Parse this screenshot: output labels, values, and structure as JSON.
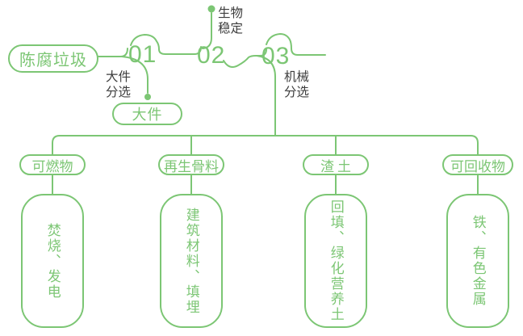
{
  "palette": {
    "accent_green": "#7cc674",
    "label_dark": "#3d3d3d",
    "background": "#ffffff"
  },
  "flow": {
    "source_label": "陈腐垃圾",
    "steps": [
      {
        "number": "01",
        "process_label": "大件分选",
        "output_label": "大件"
      },
      {
        "number": "02",
        "process_label": "生物稳定"
      },
      {
        "number": "03",
        "process_label": "机械分选"
      }
    ],
    "branches": [
      {
        "category": "可燃物",
        "outcome": "焚烧、发电"
      },
      {
        "category": "再生骨料",
        "outcome": "建筑材料、填埋"
      },
      {
        "category": "渣土",
        "outcome": "回填、绿化营养土"
      },
      {
        "category": "可回收物",
        "outcome": "铁、有色金属"
      }
    ]
  }
}
